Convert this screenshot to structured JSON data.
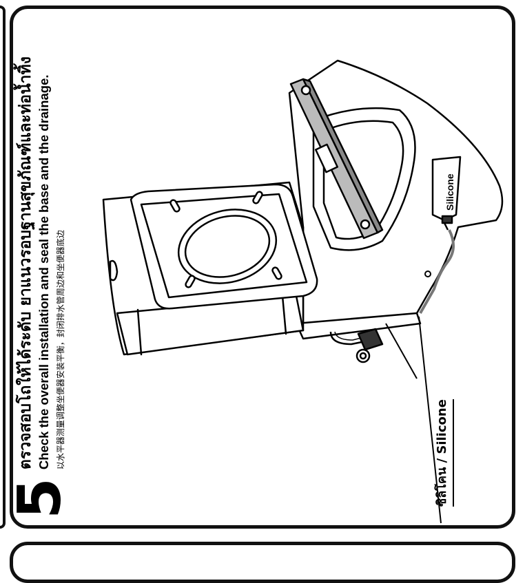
{
  "step": {
    "number": "5",
    "title_th": "ตรวจสอบโถให้ได้ระดับ ยาแนวรอบฐานสุขภัณฑ์และท่อน้ำทิ้ง",
    "title_en": "Check the overall installation and seal the base and the drainage.",
    "title_cn": "以水平器测量调整坐便器安装平衡，封闭排水管周边和坐便器底边"
  },
  "callout": {
    "label": "ซิลิโคน / Silicone"
  },
  "tube": {
    "label": "Silicone"
  }
}
